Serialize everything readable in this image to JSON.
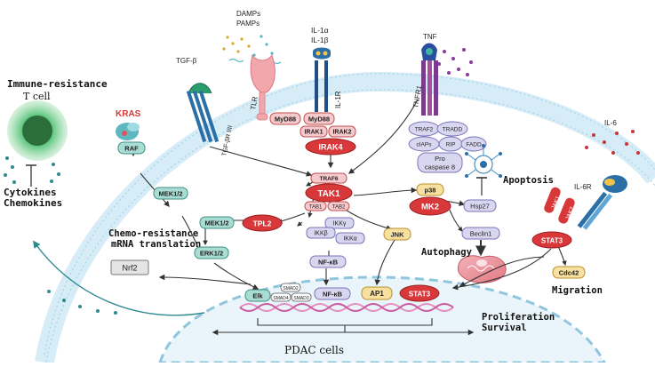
{
  "labels": {
    "immune_resistance": "Immune-resistance",
    "t_cell": "T cell",
    "cytokines": "Cytokines",
    "chemokines": "Chemokines",
    "chemo_resistance": "Chemo-resistance",
    "mrna_translation": "mRNA translation",
    "autophagy": "Autophagy",
    "apoptosis": "Apoptosis",
    "migration": "Migration",
    "proliferation": "Proliferation",
    "survival": "Survival",
    "pdac_cells": "PDAC cells"
  },
  "ligands": {
    "tgfb": "TGF-β",
    "damps": "DAMPs",
    "pamps": "PAMPs",
    "il1a": "IL-1α",
    "il1b": "IL-1β",
    "tnf": "TNF",
    "il6": "IL-6"
  },
  "receptors": {
    "tgfbr": "TGF-βR I/II",
    "tlr": "TLR",
    "il1r": "IL-1R",
    "tnfr1": "TNFR1",
    "il6r": "IL-6R"
  },
  "nodes": {
    "kras": "KRAS",
    "raf": "RAF",
    "mek_a": "MEK1/2",
    "mek_b": "MEK1/2",
    "erk": "ERK1/2",
    "tpl2": "TPL2",
    "myd88_a": "MyD88",
    "myd88_b": "MyD88",
    "irak1": "IRAK1",
    "irak2": "IRAK2",
    "irak4": "IRAK4",
    "traf2": "TRAF2",
    "tradd": "TRADD",
    "ciaps": "cIAPs",
    "rip": "RIP",
    "fadd": "FADD",
    "pro": "Pro",
    "caspase8": "caspase 8",
    "traf6": "TRAF6",
    "tak1": "TAK1",
    "tab1": "TAB1",
    "tab2": "TAB2",
    "ikkg": "IKKγ",
    "ikkb": "IKKβ",
    "ikka": "IKKα",
    "nfkb": "NF-κB",
    "jnk": "JNK",
    "p38": "p38",
    "mk2": "MK2",
    "hsp27": "Hsp27",
    "beclin1": "Beclin1",
    "jak1": "JAK1",
    "jak2": "JAK2",
    "stat3": "STAT3",
    "cdc42": "Cdc42",
    "nrf2": "Nrf2"
  },
  "nucleus": {
    "elk": "Elk",
    "smad2": "SMAD2",
    "smad4": "SMAD4",
    "smad3": "SMAD3",
    "nfkb": "NF-κB",
    "ap1": "AP1",
    "stat3": "STAT3"
  },
  "colors": {
    "membrane": "#cfe8f5",
    "tak1_red": "#d8383a",
    "pink_node": "#f6c9cc",
    "lavender_node": "#d9d6f0",
    "yellow_node": "#f7e0a0",
    "teal_node": "#a9dcd3",
    "teal_stroke": "#3f8f84"
  }
}
